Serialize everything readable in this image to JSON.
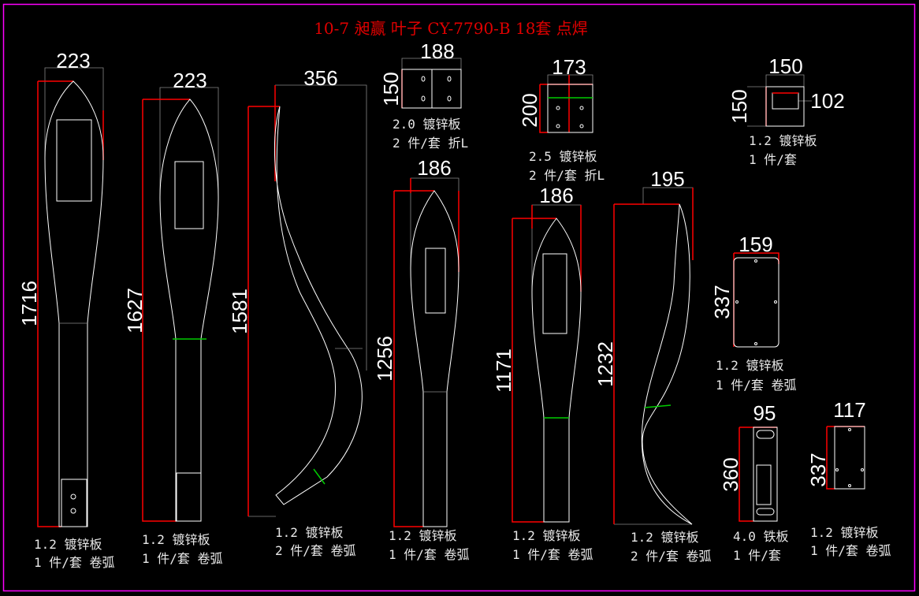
{
  "title": "10-7 昶赢 叶子 CY-7790-B 18套 点焊",
  "colors": {
    "border": "#ff00ff",
    "dimension_line": "#ff0000",
    "outline": "#ffffff",
    "weld_line": "#00cc00",
    "title": "#e00000"
  },
  "parts": [
    {
      "width": "223",
      "height": "1716",
      "material": "1.2 镀锌板",
      "qty": "1 件/套 卷弧"
    },
    {
      "width": "223",
      "height": "1627",
      "material": "1.2 镀锌板",
      "qty": "1 件/套 卷弧"
    },
    {
      "width": "356",
      "height": "1581",
      "material": "1.2 镀锌板",
      "qty": "2 件/套 卷弧"
    },
    {
      "width": "188",
      "height": "150",
      "material": "2.0 镀锌板",
      "qty": "2 件/套 折L"
    },
    {
      "width": "173",
      "height": "200",
      "material": "2.5 镀锌板",
      "qty": "2 件/套 折L"
    },
    {
      "width": "150",
      "height": "150",
      "inner": "102",
      "material": "1.2 镀锌板",
      "qty": "1 件/套"
    },
    {
      "width": "186",
      "height": "1256",
      "material": "1.2 镀锌板",
      "qty": "1 件/套 卷弧"
    },
    {
      "width": "186",
      "height": "1171",
      "material": "1.2 镀锌板",
      "qty": "1 件/套 卷弧"
    },
    {
      "width": "195",
      "height": "1232",
      "material": "1.2 镀锌板",
      "qty": "2 件/套 卷弧"
    },
    {
      "width": "159",
      "height": "337",
      "material": "1.2 镀锌板",
      "qty": "1 件/套 卷弧"
    },
    {
      "width": "95",
      "height": "360",
      "material": "4.0 铁板",
      "qty": "1 件/套"
    },
    {
      "width": "117",
      "height": "337",
      "material": "1.2 镀锌板",
      "qty": "1 件/套 卷弧"
    }
  ]
}
